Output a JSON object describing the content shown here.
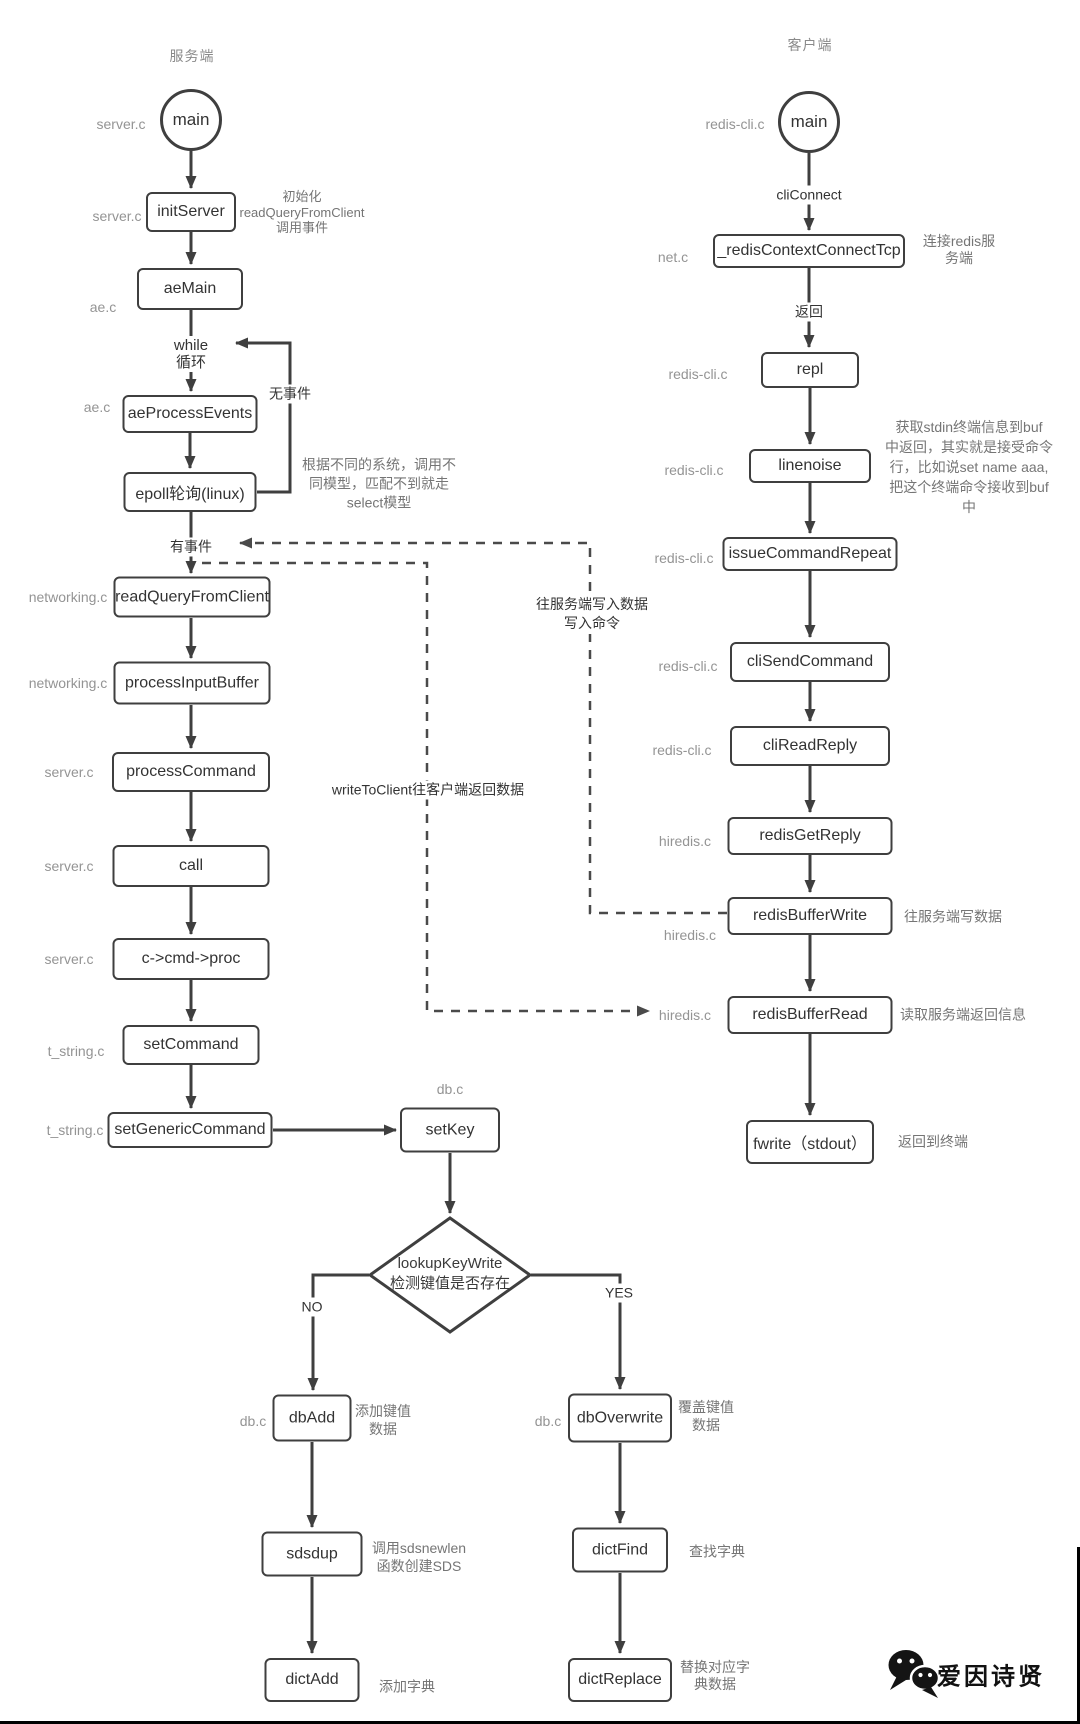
{
  "server": {
    "header": "服务端",
    "main": "main",
    "boxes": {
      "initServer": "initServer",
      "aeMain": "aeMain",
      "aeProcessEvents": "aeProcessEvents",
      "epoll": "epoll轮询(linux)",
      "readQueryFromClient": "readQueryFromClient",
      "processInputBuffer": "processInputBuffer",
      "processCommand": "processCommand",
      "call": "call",
      "cmdProc": "c->cmd->proc",
      "setCommand": "setCommand",
      "setGenericCommand": "setGenericCommand",
      "setKey": "setKey",
      "dbAdd": "dbAdd",
      "dbOverwrite": "dbOverwrite",
      "sdsdup": "sdsdup",
      "dictFind": "dictFind",
      "dictAdd": "dictAdd",
      "dictReplace": "dictReplace"
    },
    "diamond": {
      "line1": "lookupKeyWrite",
      "line2": "检测键值是否存在"
    },
    "files": {
      "main": "server.c",
      "initServer": "server.c",
      "aeMain": "ae.c",
      "aeProcessEvents": "ae.c",
      "readQueryFromClient": "networking.c",
      "processInputBuffer": "networking.c",
      "processCommand": "server.c",
      "call": "server.c",
      "cmdProc": "server.c",
      "setCommand": "t_string.c",
      "setGenericCommand": "t_string.c",
      "setKey": "db.c",
      "dbAdd": "db.c",
      "dbOverwrite": "db.c"
    },
    "edge_labels": {
      "while1": "while",
      "while2": "循环",
      "no_event": "无事件",
      "has_event": "有事件",
      "no": "NO",
      "yes": "YES"
    },
    "notes": {
      "init": [
        "初始化",
        "readQueryFromClient",
        "调用事件"
      ],
      "epoll": [
        "根据不同的系统，调用不",
        "同模型，匹配不到就走",
        "select模型"
      ],
      "dbAdd": [
        "添加键值",
        "数据"
      ],
      "dbOverwrite": [
        "覆盖键值",
        "数据"
      ],
      "sdsdup": [
        "调用sdsnewlen",
        "函数创建SDS"
      ],
      "dictFind": "查找字典",
      "dictAdd": "添加字典",
      "dictReplace": [
        "替换对应字",
        "典数据"
      ]
    }
  },
  "client": {
    "header": "客户端",
    "main": "main",
    "boxes": {
      "connectTcp": "_redisContextConnectTcp",
      "repl": "repl",
      "linenoise": "linenoise",
      "issueCommandRepeat": "issueCommandRepeat",
      "cliSendCommand": "cliSendCommand",
      "cliReadReply": "cliReadReply",
      "redisGetReply": "redisGetReply",
      "redisBufferWrite": "redisBufferWrite",
      "redisBufferRead": "redisBufferRead",
      "fwrite": "fwrite（stdout）"
    },
    "files": {
      "main": "redis-cli.c",
      "connectTcp": "net.c",
      "repl": "redis-cli.c",
      "linenoise": "redis-cli.c",
      "issueCommandRepeat": "redis-cli.c",
      "cliSendCommand": "redis-cli.c",
      "cliReadReply": "redis-cli.c",
      "redisGetReply": "hiredis.c",
      "redisBufferWrite": "hiredis.c",
      "redisBufferRead": "hiredis.c"
    },
    "edge_labels": {
      "cliConnect": "cliConnect",
      "return": "返回"
    },
    "notes": {
      "connect": [
        "连接redis服",
        "务端"
      ],
      "linenoise": [
        "获取stdin终端信息到buf",
        "中返回，其实就是接受命令",
        "行，比如说set name aaa,",
        "把这个终端命令接收到buf",
        "中"
      ],
      "bufferWrite": "往服务端写数据",
      "bufferRead": "读取服务端返回信息",
      "fwrite": "返回到终端"
    }
  },
  "flow_labels": {
    "write_to_server": [
      "往服务端写入数据",
      "写入命令"
    ],
    "write_to_client": "writeToClient往客户端返回数据"
  },
  "footer": {
    "brand": "爱因诗贤"
  },
  "colors": {
    "line": "#3f3f3f",
    "dashed_line": "#4a4a4a",
    "box_border": "#3f3f3f",
    "box_text": "#333333",
    "file_label": "#949494",
    "note": "#757575",
    "header": "#8a8a8a"
  }
}
